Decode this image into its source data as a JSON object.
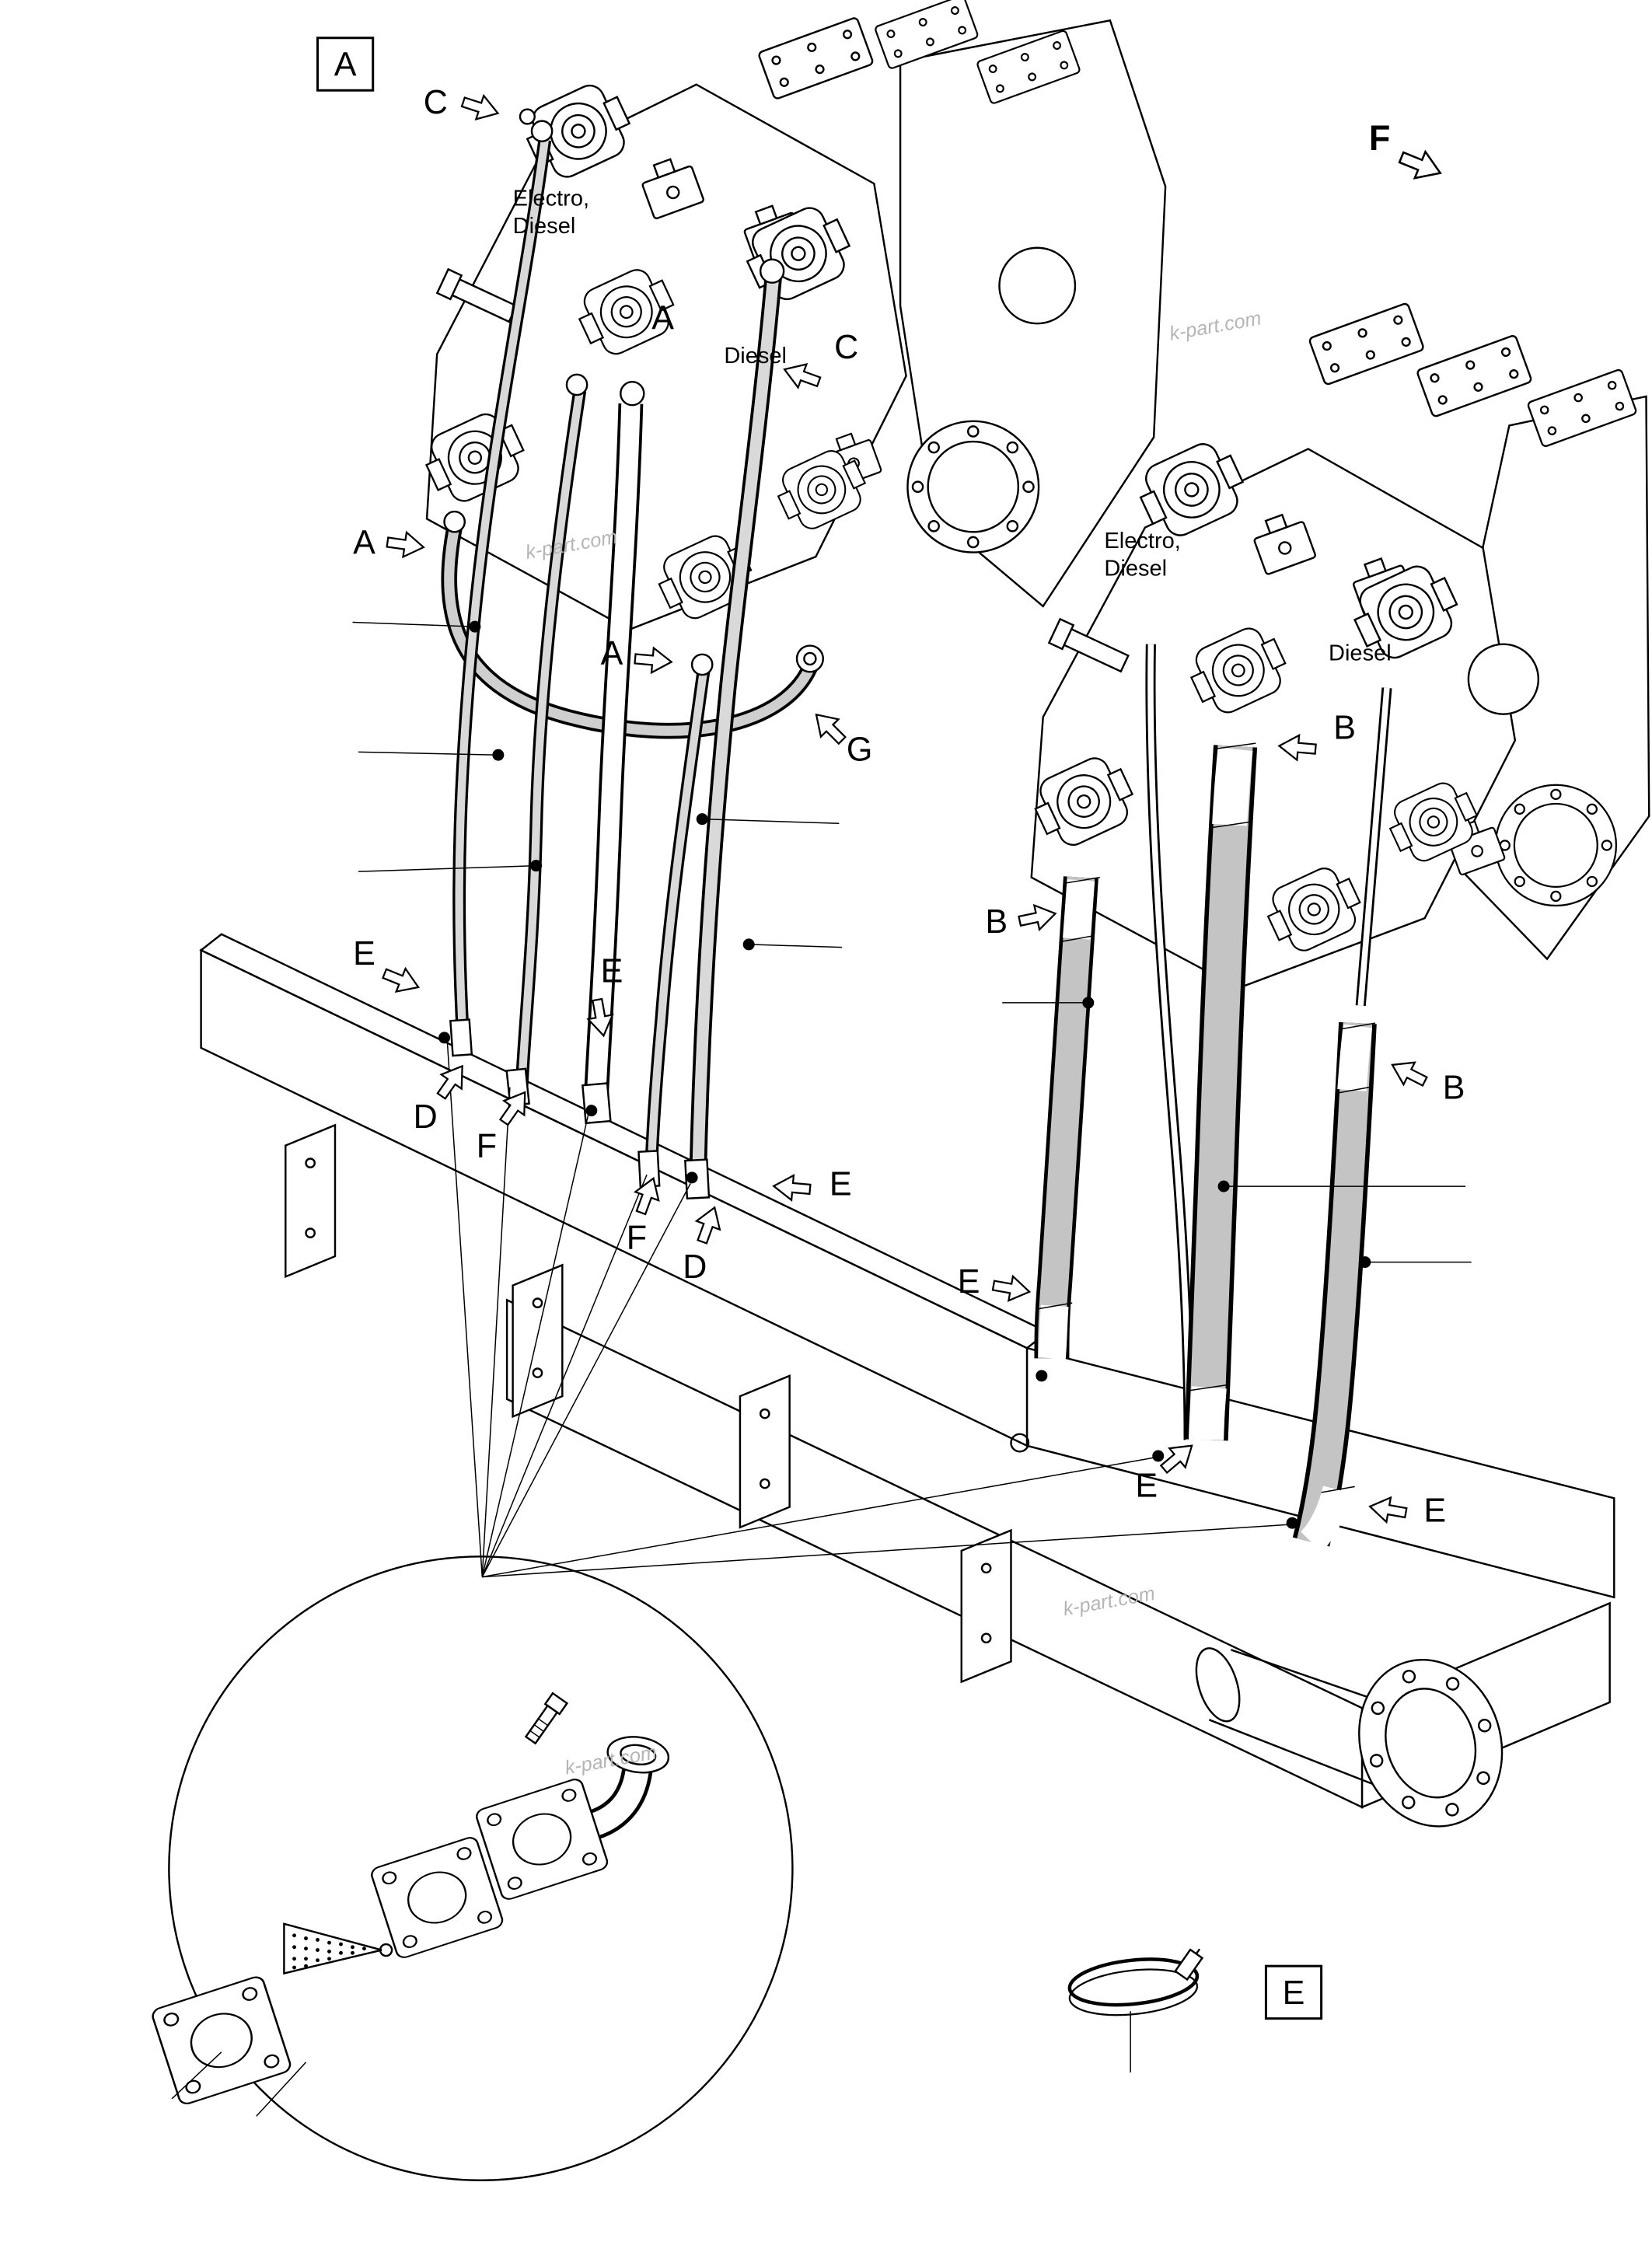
{
  "diagram": {
    "type": "exploded-parts-diagram",
    "subject": "Hydraulic pump suction hose and piping assembly",
    "background_color": "#ffffff",
    "line_color": "#000000",
    "hose_shade_color": "#c4c4c4",
    "watermark": {
      "text": "k-part.com",
      "color": "#b5b5b5"
    },
    "boxed_labels": {
      "top_left": "A",
      "bottom_right": "E"
    },
    "view_label": "F",
    "component_labels": {
      "left_pump_electro_line1": "Electro,",
      "left_pump_electro_line2": "Diesel",
      "left_pump_diesel": "Diesel",
      "right_pump_electro_line1": "Electro,",
      "right_pump_electro_line2": "Diesel",
      "right_pump_diesel": "Diesel"
    },
    "callouts": [
      {
        "label": "C",
        "position": "top-left-pump-inlet"
      },
      {
        "label": "A",
        "position": "left-pump-white-hose"
      },
      {
        "label": "C",
        "position": "right-of-diesel-label-left"
      },
      {
        "label": "A",
        "position": "left-edge-loop-hose"
      },
      {
        "label": "A",
        "position": "mid-left-hose"
      },
      {
        "label": "G",
        "position": "center-fitting"
      },
      {
        "label": "B",
        "position": "right-pump-upper-collar"
      },
      {
        "label": "B",
        "position": "left-of-right-hose-group"
      },
      {
        "label": "B",
        "position": "right-hose-lower-collar"
      },
      {
        "label": "E",
        "position": "left-frame"
      },
      {
        "label": "E",
        "position": "mid-left-frame"
      },
      {
        "label": "D",
        "position": "left-hose-end"
      },
      {
        "label": "F",
        "position": "left-hose-end-2"
      },
      {
        "label": "E",
        "position": "center-left-hose-end"
      },
      {
        "label": "F",
        "position": "center-hose-end"
      },
      {
        "label": "D",
        "position": "center-hose-end-2"
      },
      {
        "label": "E",
        "position": "center-frame"
      },
      {
        "label": "E",
        "position": "right-frame-lower"
      },
      {
        "label": "E",
        "position": "right-frame-bottom"
      }
    ]
  }
}
